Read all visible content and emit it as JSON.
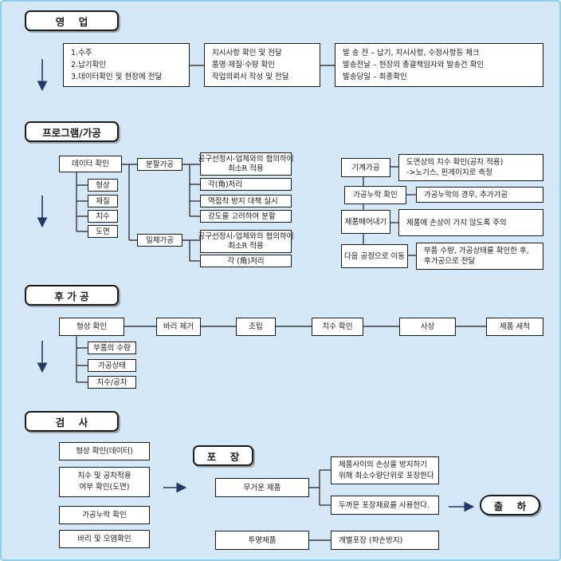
{
  "sections": {
    "sales": {
      "header": "영    업",
      "box1": [
        "1.수주",
        "2.납기확인",
        "3.데이터확인 및 현장에 전달"
      ],
      "box2": [
        "지시사항 확인 및 전달",
        "품명·재질·수량 확인",
        "작업의뢰서 작성 및 전달"
      ],
      "box3": [
        "발 송 전 – 납기, 지시사항, 수정사항등 체크",
        "발송전날 – 현장의 총괄책임자와 발송건 확인",
        "발송당일 – 최종확인"
      ]
    },
    "programming": {
      "header": "프로그램/가공",
      "data_check": "데이터 확인",
      "items": [
        "형상",
        "재질",
        "치수",
        "도면"
      ],
      "split": "분할가공",
      "split_notes": [
        [
          "공구선정시-업체와의 협의하에",
          "최소R 적용"
        ],
        [
          "각(角)처리"
        ],
        [
          "역접착 방지 대책 실시"
        ],
        [
          "강도를 고려하여 분할"
        ]
      ],
      "single": "일체가공",
      "single_notes": [
        [
          "공구선정시-업체와의 협의하에",
          "최소R 적용"
        ],
        [
          "각  (角)처리"
        ]
      ],
      "right": [
        {
          "label": "기계가공",
          "note": [
            "도면상의 치수 확인(공차 적용)",
            "->노기스, 핀게이지로 측정"
          ]
        },
        {
          "label": "가공누락 확인",
          "note": [
            "가공누락의 경우, 추가가공"
          ]
        },
        {
          "label": "제품떼어내기",
          "note": [
            "제품에 손상이 가지 않도록 주의"
          ]
        },
        {
          "label": "다음 공정으로 이동",
          "note": [
            "부품 수량, 가공상태를 확인한 후,",
            "후가공으로 전달"
          ]
        }
      ]
    },
    "post": {
      "header": "후 가 공",
      "flow": [
        "형상 확인",
        "바리 제거",
        "조립",
        "치수 확인",
        "사상",
        "제품 세척"
      ],
      "checks": [
        "부품의 수량",
        "가공상태",
        "치수/공차"
      ]
    },
    "inspection": {
      "header": "검    사",
      "items": [
        [
          "형상 확인(데이터)"
        ],
        [
          "치수 및 공차적용",
          "여부 확인(도면)"
        ],
        [
          "가공누락 확인"
        ],
        [
          "바리 및 오염확인"
        ]
      ]
    },
    "packing": {
      "header": "포    장",
      "heavy": "무거운 제품",
      "heavy_notes": [
        [
          "제품사이의 손상을 방지하기",
          "위해 최소수량단위로 포장한다"
        ],
        [
          "두꺼운 포장재료를 사용한다."
        ]
      ],
      "clear": "투명제품",
      "clear_note": "개별포장 (파손방지)"
    },
    "shipping": {
      "header": "출    하"
    }
  },
  "colors": {
    "background": "#d4e8f7",
    "frame": "#8fd0e8",
    "arrow": "#1f3a66",
    "line": "#1a1a1a"
  }
}
